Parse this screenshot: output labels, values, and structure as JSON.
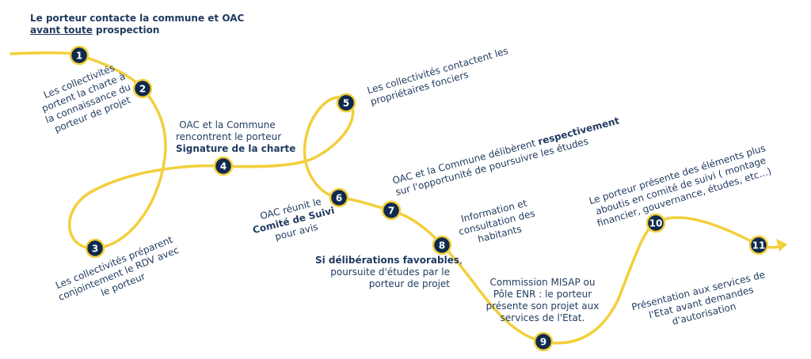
{
  "colors": {
    "path": "#f2cf3c",
    "circle": "#0f2a4d",
    "text": "#1f3a5f"
  },
  "steps": [
    {
      "number": "1"
    },
    {
      "number": "2"
    },
    {
      "number": "3"
    },
    {
      "number": "4"
    },
    {
      "number": "5"
    },
    {
      "number": "6"
    },
    {
      "number": "7"
    },
    {
      "number": "8"
    },
    {
      "number": "9"
    },
    {
      "number": "10"
    },
    {
      "number": "11"
    }
  ],
  "labels": {
    "s1_l1": "Le porteur contacte la commune et OAC",
    "s1_l2a": "avant toute",
    "s1_l2b": " prospection",
    "s2": [
      "Les collectivités",
      "portent la charte à",
      "la connaissance du",
      "porteur de projet"
    ],
    "s3": [
      "Les collectivités préparent",
      "conjointement le RDV avec",
      "le porteur"
    ],
    "s4_l1": "OAC et la Commune",
    "s4_l2": "rencontrent le porteur",
    "s4_l3": "Signature de la charte",
    "s5": [
      "Les collectivités contactent les",
      "propriétaires fonciers"
    ],
    "s6_l1": "OAC réunit le",
    "s6_l2": "Comité de Suivi",
    "s6_l3": "pour avis",
    "s7_l1a": "OAC et la Commune délibèrent ",
    "s7_l1b": "respectivement",
    "s7_l2": "sur l'opportunité de poursuivre les études",
    "s8_info": [
      "Information et",
      "consultation des",
      "habitants"
    ],
    "s8_l1a": "Si délibérations favorables",
    "s8_l1b": ",",
    "s8_l2": "poursuite d'études par le",
    "s8_l3": "porteur de projet",
    "s9": [
      "Commission MISAP ou",
      "Pôle ENR : le porteur",
      "présente son projet aux",
      "services de l'Etat."
    ],
    "s10": [
      "Le porteur présente des éléments plus",
      "aboutis en comité de suivi ( montage",
      "financier, gouvernance, études, etc...)"
    ],
    "s11": [
      "Présentation aux services de",
      "l'Etat avant demandes",
      "d'autorisation"
    ]
  }
}
